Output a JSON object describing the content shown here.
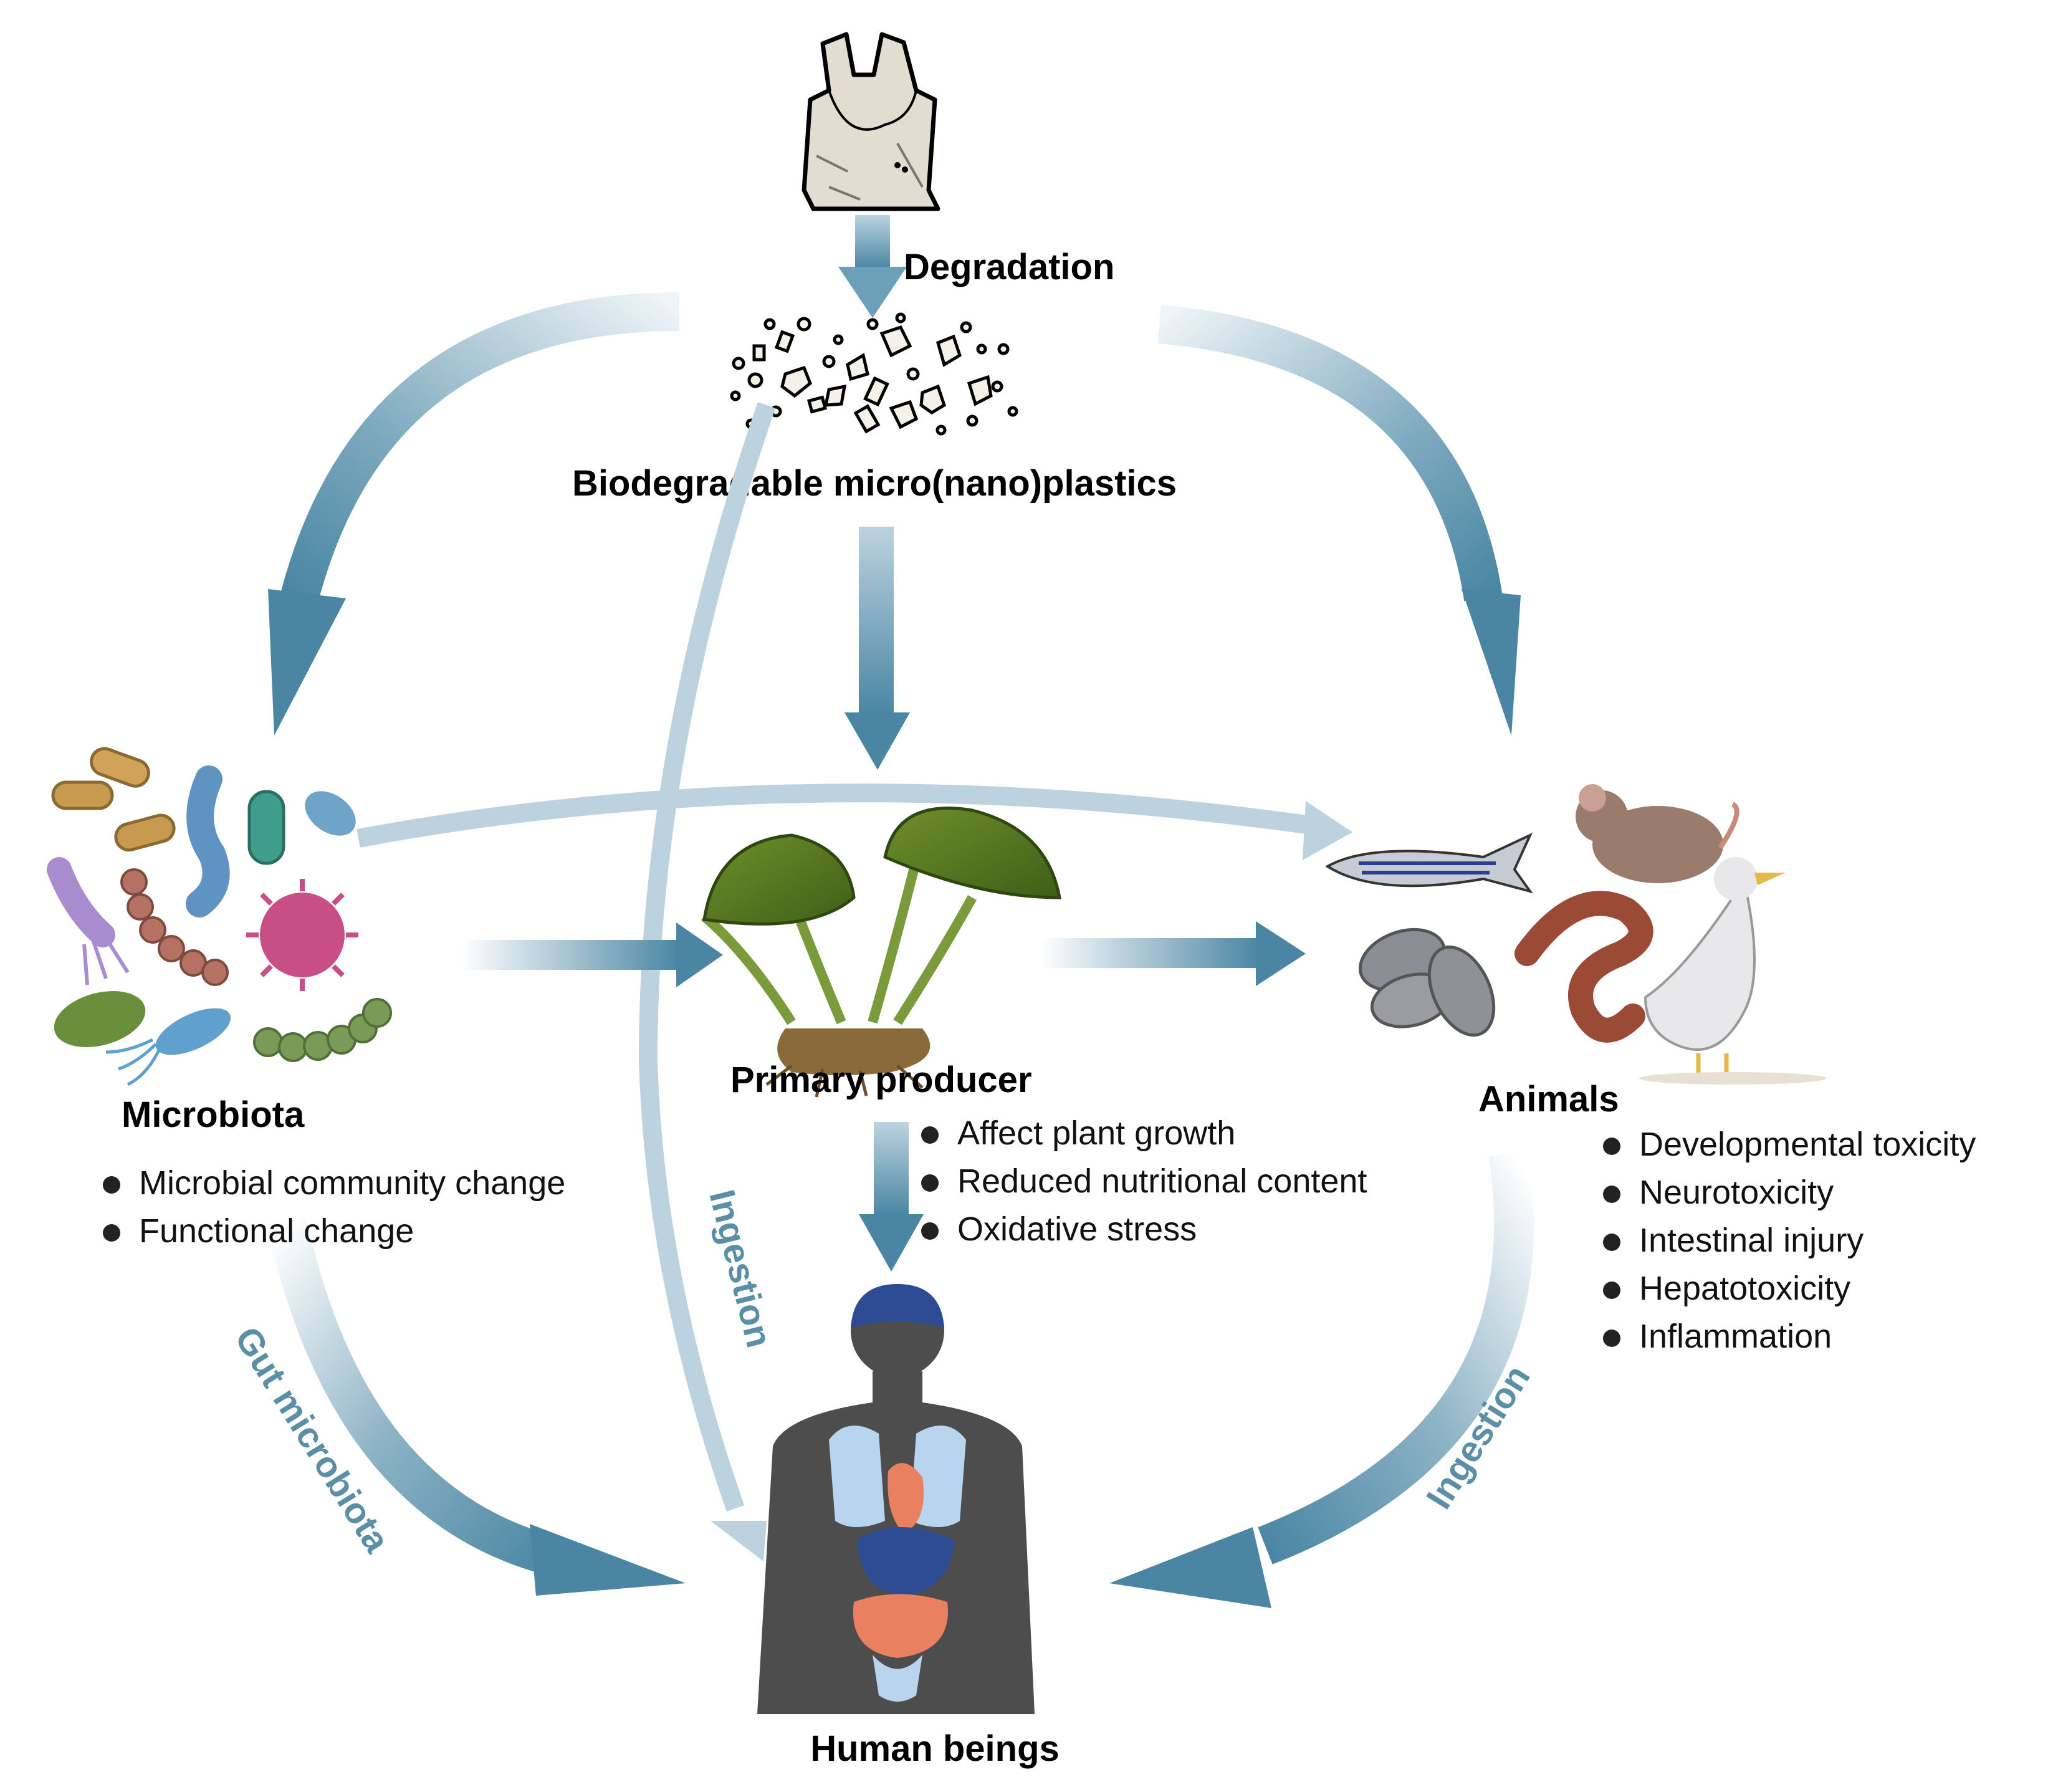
{
  "source_label": "Degradation",
  "plastics_label": "Biodegradable micro(nano)plastics",
  "microbiota": {
    "title": "Microbiota",
    "effects": [
      "Microbial community change",
      "Functional change"
    ]
  },
  "primary_producer": {
    "title": "Primary producer",
    "effects": [
      "Affect plant growth",
      "Reduced nutritional content",
      "Oxidative stress"
    ]
  },
  "animals": {
    "title": "Animals",
    "effects": [
      "Developmental toxicity",
      "Neurotoxicity",
      "Intestinal injury",
      "Hepatotoxicity",
      "Inflammation"
    ]
  },
  "human": {
    "title": "Human beings"
  },
  "arrow_labels": {
    "gut": "Gut microbiota",
    "ingestion_center": "Ingestion",
    "ingestion_right": "Ingestion"
  },
  "colors": {
    "arrow_dark": "#4a86a3",
    "arrow_light": "#bcd3df",
    "label_blue": "#5b8fa8"
  }
}
